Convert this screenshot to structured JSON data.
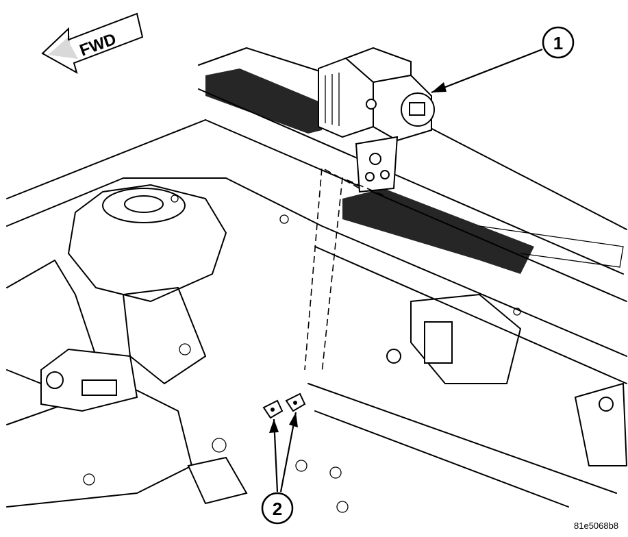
{
  "direction_label": "FWD",
  "callouts": [
    {
      "id": "callout-1",
      "number": "1"
    },
    {
      "id": "callout-2",
      "number": "2"
    }
  ],
  "figure_id": "81e5068b8",
  "colors": {
    "ink": "#000000",
    "paper": "#ffffff"
  }
}
